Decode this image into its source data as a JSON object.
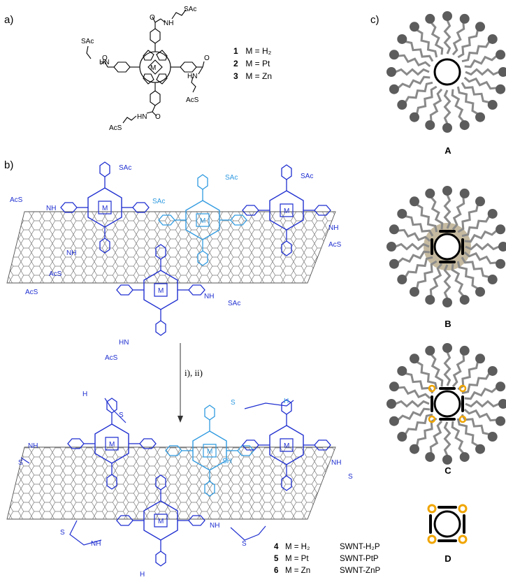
{
  "panels": {
    "a": "a)",
    "b": "b)",
    "c": "c)"
  },
  "structure_labels": {
    "sac": "SAc",
    "acs": "AcS",
    "nh": "NH",
    "hn": "HN",
    "h": "H",
    "n": "N",
    "m": "M",
    "o": "O",
    "s": "S",
    "sh": "SH"
  },
  "compounds": [
    {
      "num": "1",
      "metal": "M = H₂"
    },
    {
      "num": "2",
      "metal": "M = Pt"
    },
    {
      "num": "3",
      "metal": "M = Zn"
    }
  ],
  "reaction": {
    "conditions": "i), ii)"
  },
  "products": [
    {
      "num": "4",
      "metal": "M = H₂",
      "name": "SWNT-H₂P"
    },
    {
      "num": "5",
      "metal": "M = Pt",
      "name": "SWNT-PtP"
    },
    {
      "num": "6",
      "metal": "M = Zn",
      "name": "SWNT-ZnP"
    }
  ],
  "models": [
    {
      "label": "A"
    },
    {
      "label": "B"
    },
    {
      "label": "C"
    },
    {
      "label": "D"
    }
  ],
  "colors": {
    "porphyrin_dark": "#1f2fd0",
    "porphyrin_light": "#2f9ae0",
    "tube": "#777777",
    "surfactant_head": "#5c5c5c",
    "shell_b": "#b6a988",
    "crosslink": "#f0a500"
  }
}
